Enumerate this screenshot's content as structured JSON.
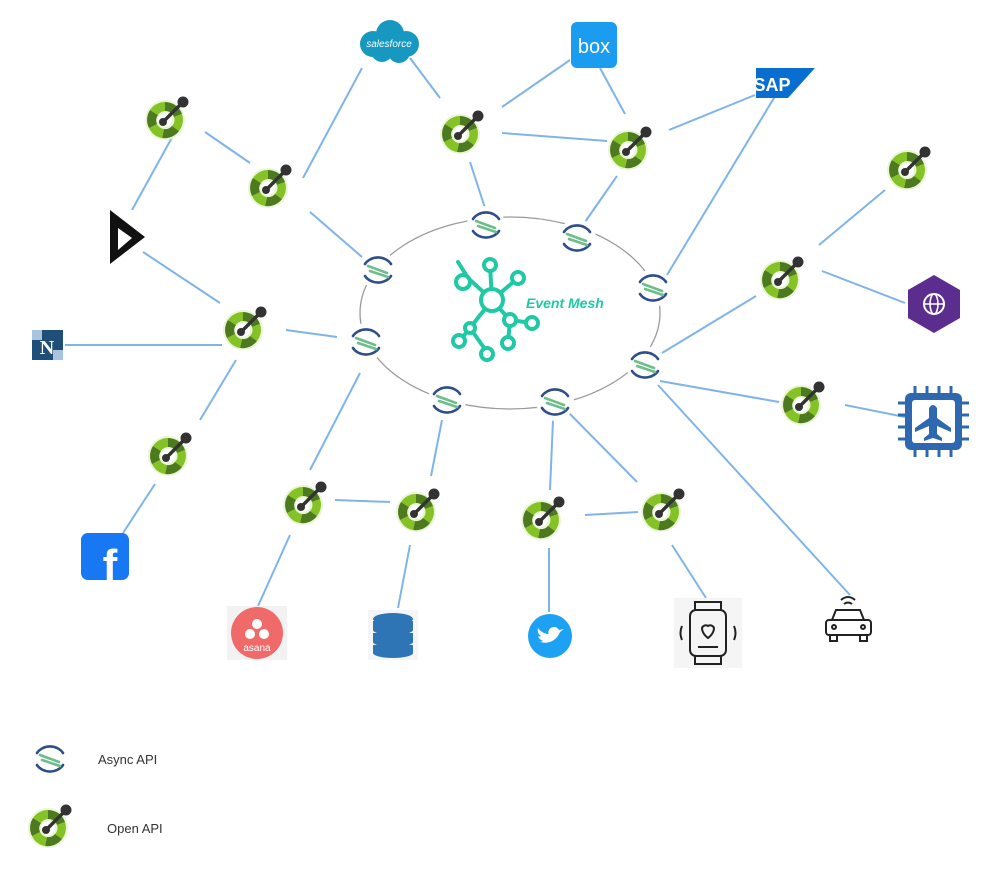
{
  "diagram": {
    "hub_label": "Event Mesh",
    "colors": {
      "link": "#7fb4ea",
      "ring": "#9a9a9a",
      "mesh": "#1fc9a5",
      "openapi_dark": "#333333",
      "openapi_green": "#85c226",
      "openapi_dark_green": "#4d7a1f",
      "async_blue": "#2f4f8c",
      "async_green": "#6ebd8b"
    },
    "services": [
      {
        "id": "salesforce",
        "label": "salesforce",
        "icon": "salesforce-icon",
        "color": "#1798c1"
      },
      {
        "id": "box",
        "label": "box",
        "icon": "box-icon",
        "color": "#1a9cf0"
      },
      {
        "id": "sap",
        "label": "SAP",
        "icon": "sap-icon",
        "color": "#0a6ed1"
      },
      {
        "id": "dynamics",
        "label": "",
        "icon": "dynamics-icon",
        "color": "#111111"
      },
      {
        "id": "netsuite",
        "label": "N",
        "icon": "netsuite-icon",
        "color": "#1f4e79"
      },
      {
        "id": "facebook",
        "label": "f",
        "icon": "facebook-icon",
        "color": "#1877f2"
      },
      {
        "id": "asana",
        "label": "asana",
        "icon": "asana-icon",
        "color": "#f06a6a"
      },
      {
        "id": "database",
        "label": "",
        "icon": "database-icon",
        "color": "#2e75b6"
      },
      {
        "id": "twitter",
        "label": "",
        "icon": "twitter-icon",
        "color": "#1da1f2"
      },
      {
        "id": "smartwatch",
        "label": "",
        "icon": "smartwatch-icon",
        "color": "#222222"
      },
      {
        "id": "car",
        "label": "",
        "icon": "connected-car-icon",
        "color": "#222222"
      },
      {
        "id": "web",
        "label": "",
        "icon": "web-globe-icon",
        "color": "#5b2d8e"
      },
      {
        "id": "airplane",
        "label": "",
        "icon": "airplane-chip-icon",
        "color": "#2e68b1"
      }
    ]
  },
  "legend": {
    "async_label": "Async API",
    "open_label": "Open API"
  }
}
